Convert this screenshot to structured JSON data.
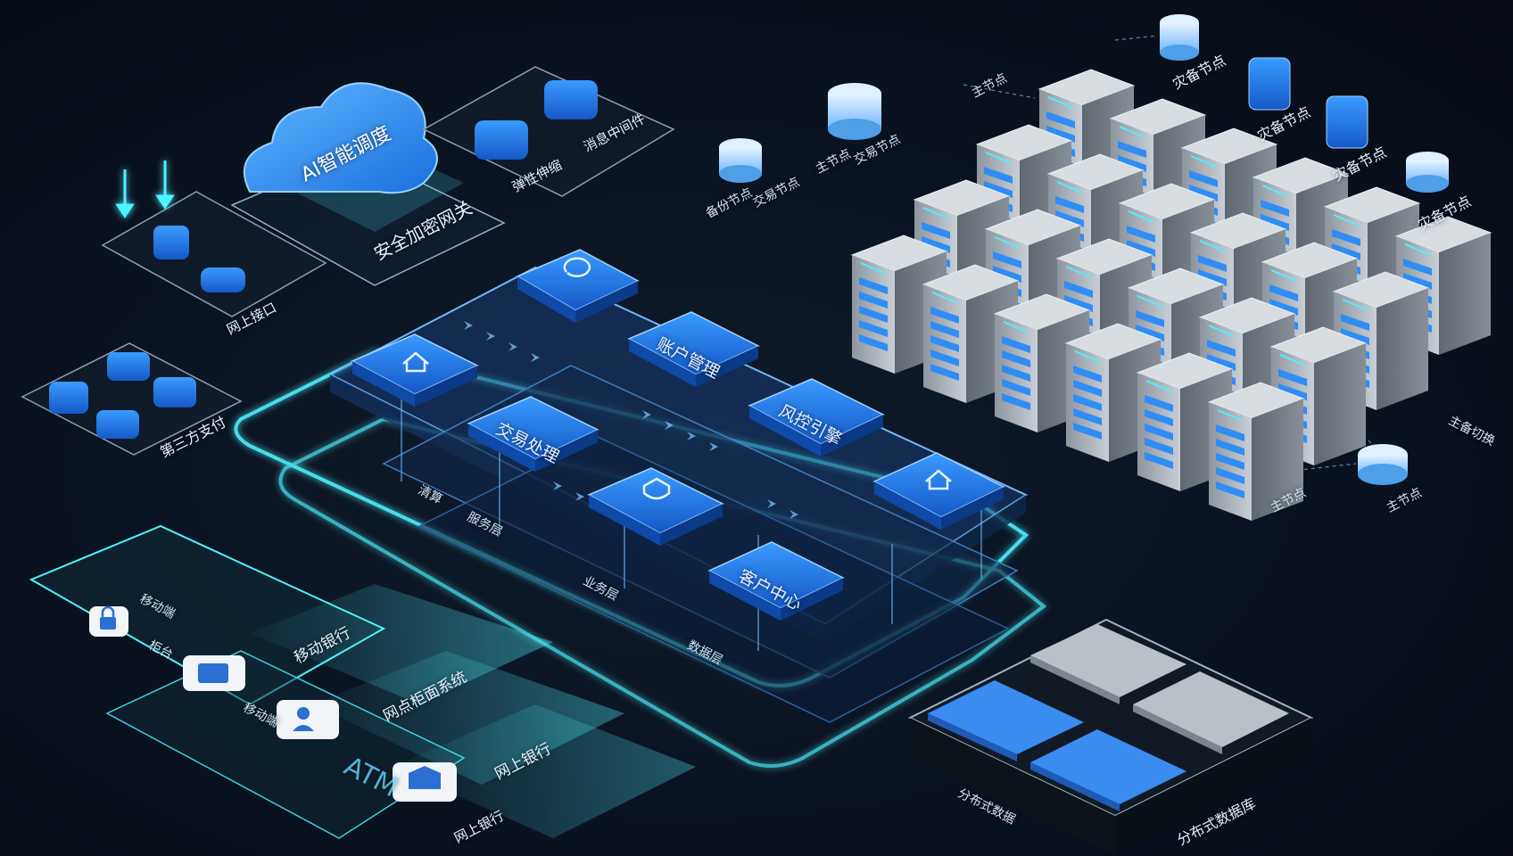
{
  "cloud": {
    "title": "AI智能调度"
  },
  "security_gateway": {
    "label": "安全加密网关"
  },
  "panel_scale": {
    "left_label": "弹性伸缩",
    "right_label": "消息中间件"
  },
  "panel_interface": {
    "label": "网上接口"
  },
  "panel_thirdparty": {
    "label": "第三方支付"
  },
  "core_modules": {
    "account": "账户管理",
    "trade": "交易处理",
    "risk": "风控引擎",
    "customer": "客户中心"
  },
  "platform_tags": [
    "清算",
    "服务层",
    "业务层",
    "数据层"
  ],
  "channels": {
    "panel_labels": [
      "移动端",
      "柜台",
      "移动端"
    ],
    "streams": [
      "移动银行",
      "网点柜面系统",
      "网上银行"
    ],
    "atm": "ATM",
    "online_bank": "网上银行"
  },
  "backup_nodes": [
    "灾备节点",
    "灾备节点",
    "灾备节点",
    "灾备节点"
  ],
  "db_nodes": {
    "node1": "主节点",
    "node2": "交易节点",
    "node3": "备份节点",
    "node4": "主节点"
  },
  "master_node": {
    "label": "主节点",
    "sub": "主备切换"
  },
  "distributed_db": {
    "label_left": "分布式数据",
    "label_right": "分布式数据库"
  },
  "colors": {
    "accent": "#2e8bff",
    "glow": "#4ff2ff",
    "background": "#0a1220",
    "server": "#b9c0c8"
  }
}
